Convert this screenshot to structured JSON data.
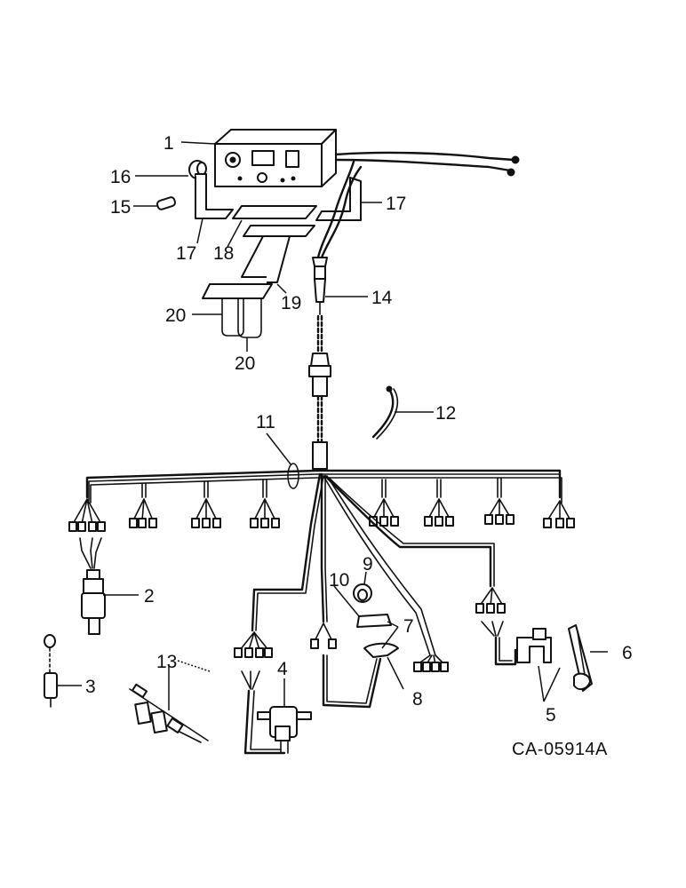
{
  "figure_code": "CA-05914A",
  "callouts": [
    "1",
    "16",
    "15",
    "17",
    "17",
    "18",
    "19",
    "20",
    "20",
    "14",
    "11",
    "12",
    "2",
    "3",
    "13",
    "4",
    "10",
    "9",
    "7",
    "8",
    "6",
    "5"
  ]
}
